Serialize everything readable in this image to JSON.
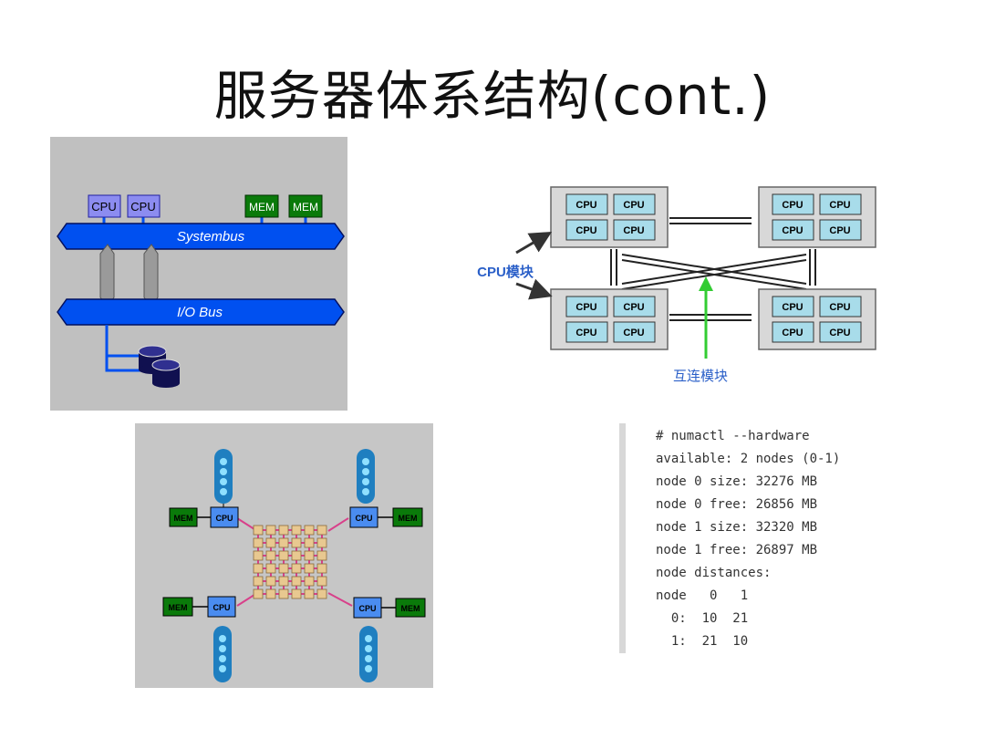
{
  "slide": {
    "title": "服务器体系结构(cont.)"
  },
  "smp_diagram": {
    "cpu_labels": [
      "CPU",
      "CPU"
    ],
    "mem_labels": [
      "MEM",
      "MEM"
    ],
    "system_bus_label": "Systembus",
    "io_bus_label": "I/O Bus"
  },
  "numa_diagram": {
    "cpu_label": "CPU",
    "cpu_module_label": "CPU模块",
    "interconnect_label": "互连模块"
  },
  "mesh_diagram": {
    "cpu_label": "CPU",
    "mem_label": "MEM"
  },
  "terminal": {
    "lines": [
      "# numactl --hardware",
      "available: 2 nodes (0-1)",
      "node 0 size: 32276 MB",
      "node 0 free: 26856 MB",
      "node 1 size: 32320 MB",
      "node 1 free: 26897 MB",
      "node distances:",
      "node   0   1",
      "  0:  10  21",
      "  1:  21  10"
    ]
  },
  "colors": {
    "bus_blue": "#0050f0",
    "cpu_purple": "#8c8cf0",
    "mem_green": "#0a7a0a",
    "cpu_blue": "#4a8cf0",
    "cpu_cyan": "#a8dcea",
    "interconnect_green": "#33cc33",
    "mesh_pink": "#d8408a",
    "mesh_tan": "#e8c890"
  }
}
